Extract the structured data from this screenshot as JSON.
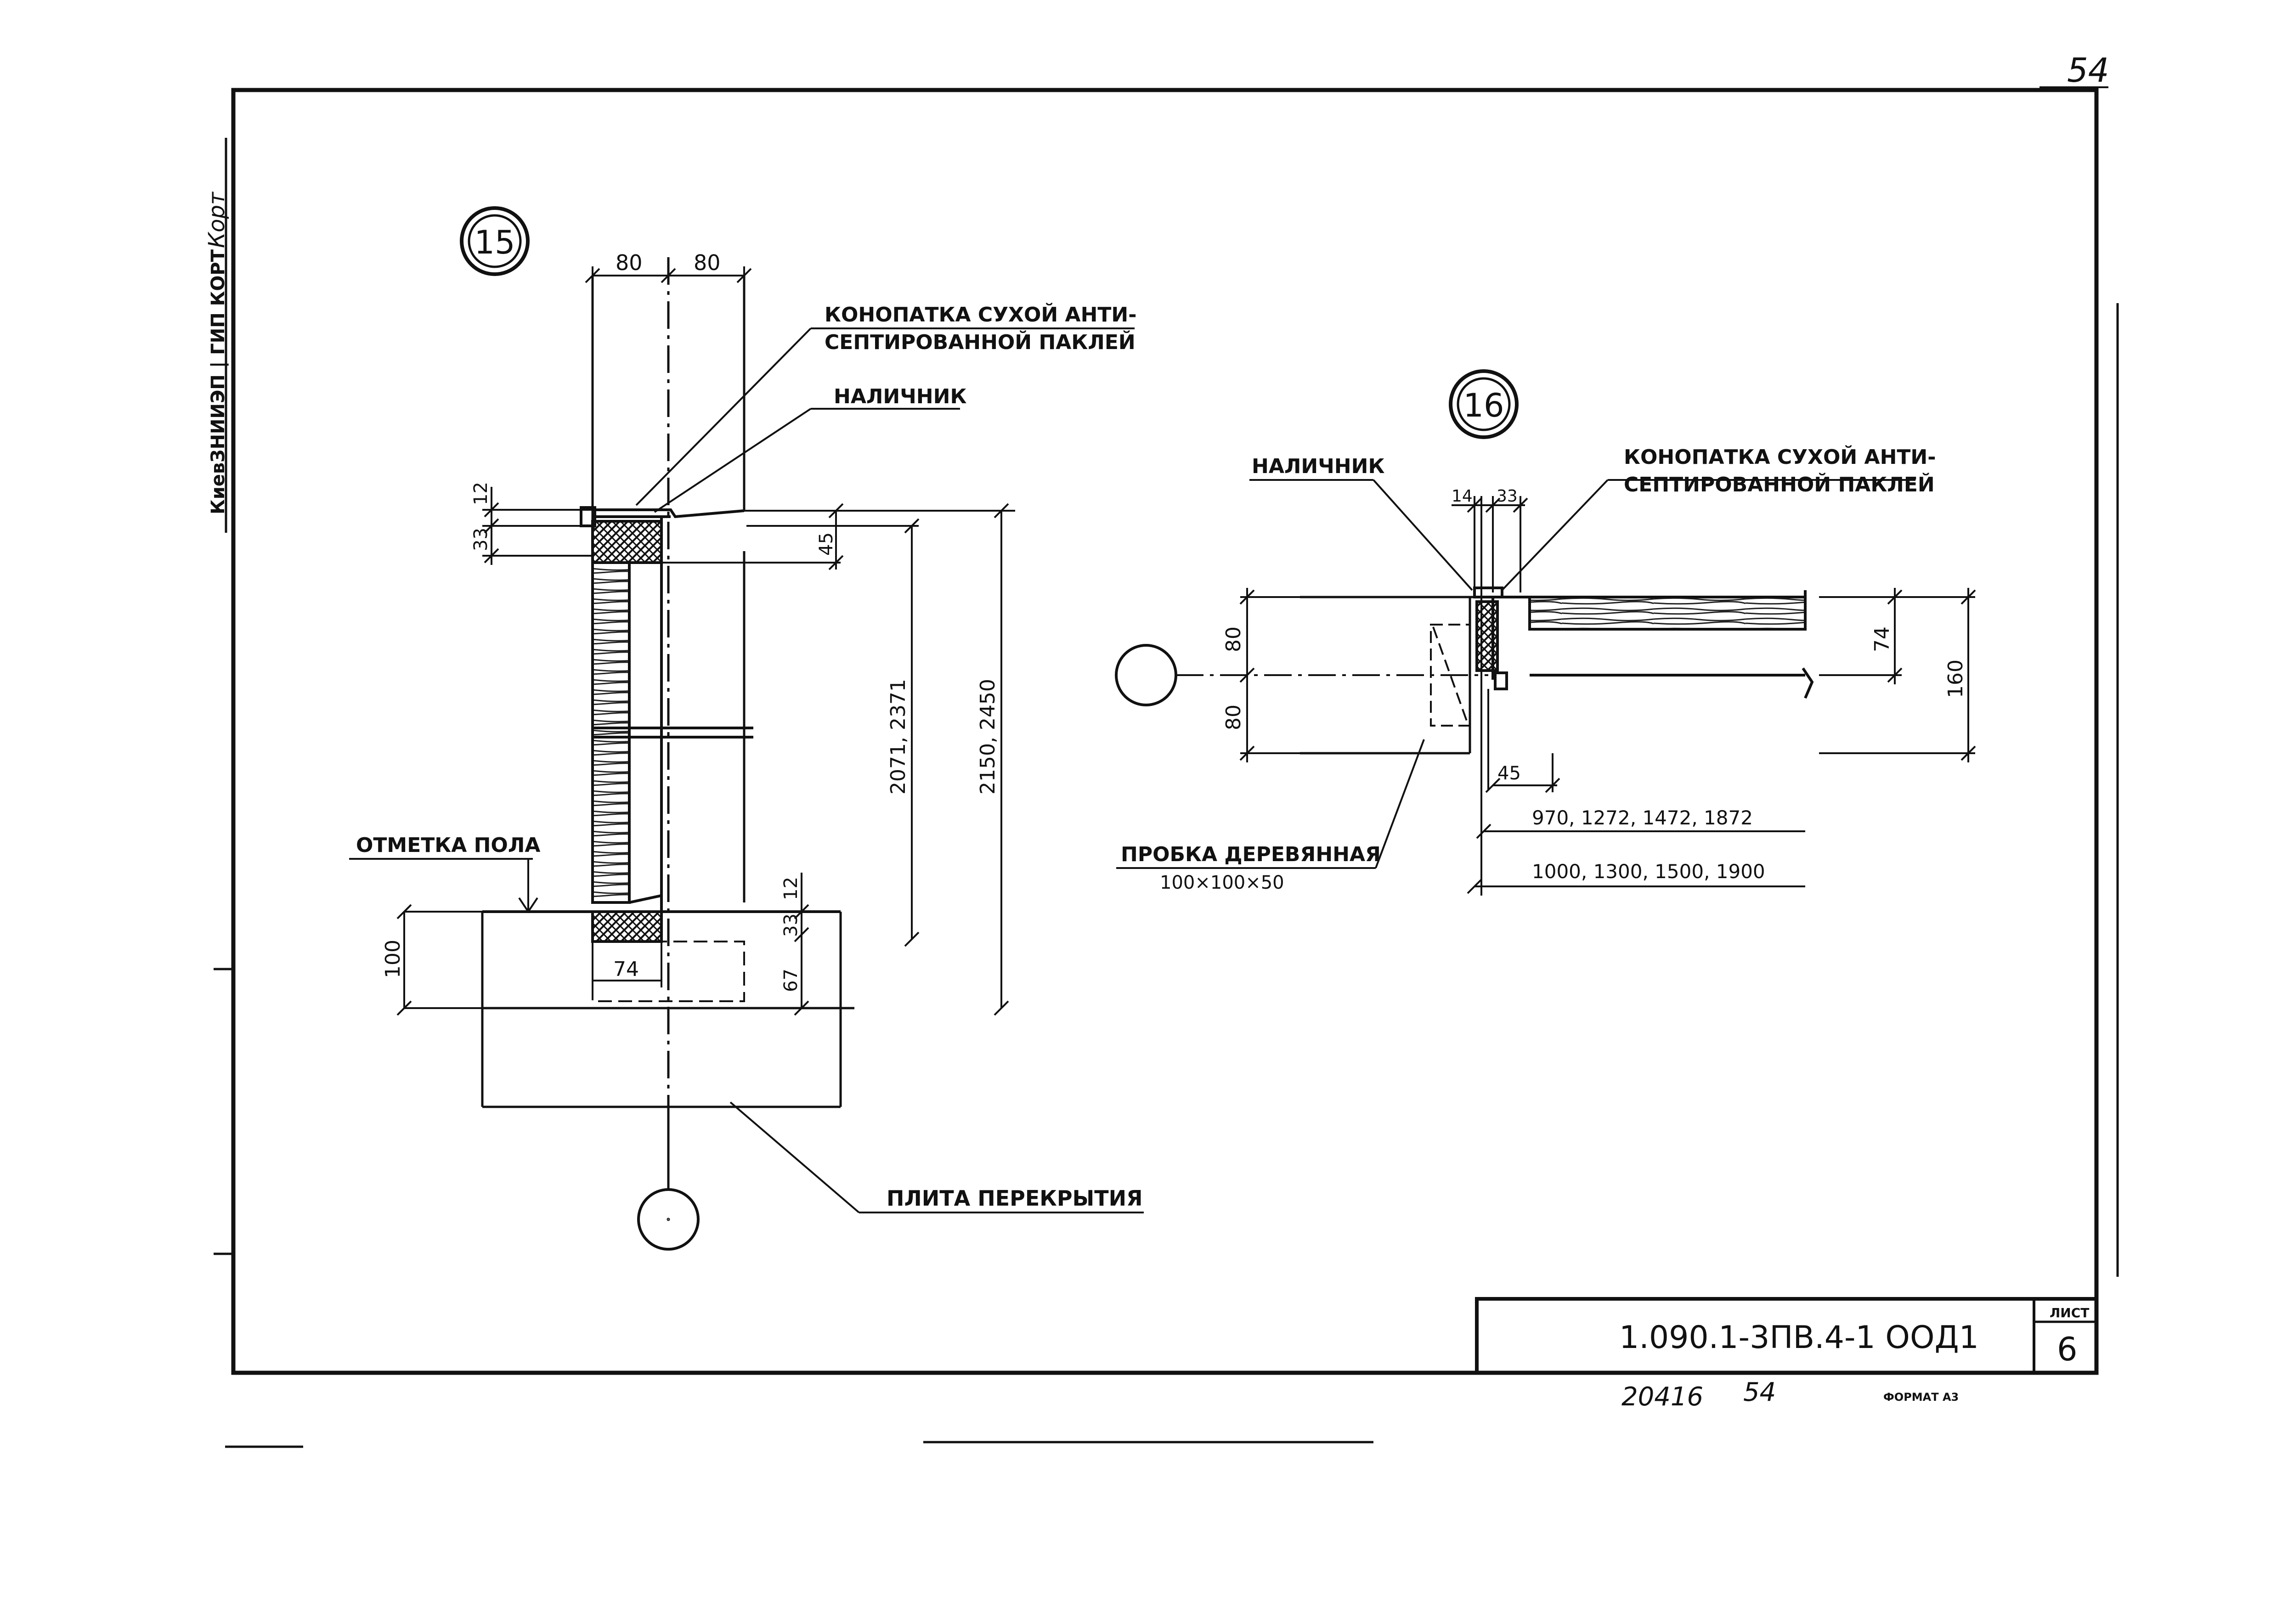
{
  "sheet": {
    "page_number_top": "54",
    "side_stamp": "КиевЗНИИЭП | ГИП КОРТ",
    "side_signature": "Корт",
    "title_block": {
      "code": "1.090.1-3ПВ.4-1 ООД1",
      "sheet_label": "ЛИСТ",
      "sheet_number": "6"
    },
    "bottom_notes": {
      "inventory": "20416",
      "page": "54",
      "format": "ФОРМАТ А3"
    }
  },
  "detail15": {
    "number": "15",
    "dims_top": [
      "80",
      "80"
    ],
    "label_caulk_line1": "КОНОПАТКА СУХОЙ АНТИ-",
    "label_caulk_line2": "СЕПТИРОВАННОЙ ПАКЛЕЙ",
    "label_casing": "НАЛИЧНИК",
    "dim_12_top": "12",
    "dim_33_top": "33",
    "dim_45": "45",
    "dim_height_inner": "2071, 2371",
    "dim_height_outer": "2150, 2450",
    "label_floor_mark": "ОТМЕТКА ПОЛА",
    "dim_100": "100",
    "dim_74": "74",
    "dim_12_bottom": "12",
    "dim_33_bottom": "33",
    "dim_67": "67",
    "label_slab": "ПЛИТА ПЕРЕКРЫТИЯ"
  },
  "detail16": {
    "number": "16",
    "label_casing": "НАЛИЧНИК",
    "label_caulk_line1": "КОНОПАТКА СУХОЙ АНТИ-",
    "label_caulk_line2": "СЕПТИРОВАННОЙ ПАКЛЕЙ",
    "dim_14": "14",
    "dim_33": "33",
    "dim_80_top": "80",
    "dim_80_bottom": "80",
    "dim_74": "74",
    "dim_160": "160",
    "dim_45": "45",
    "dim_width_inner": "970, 1272, 1472, 1872",
    "dim_width_outer": "1000, 1300, 1500, 1900",
    "label_plug_line1": "ПРОБКА ДЕРЕВЯННАЯ",
    "label_plug_line2": "100×100×50"
  }
}
